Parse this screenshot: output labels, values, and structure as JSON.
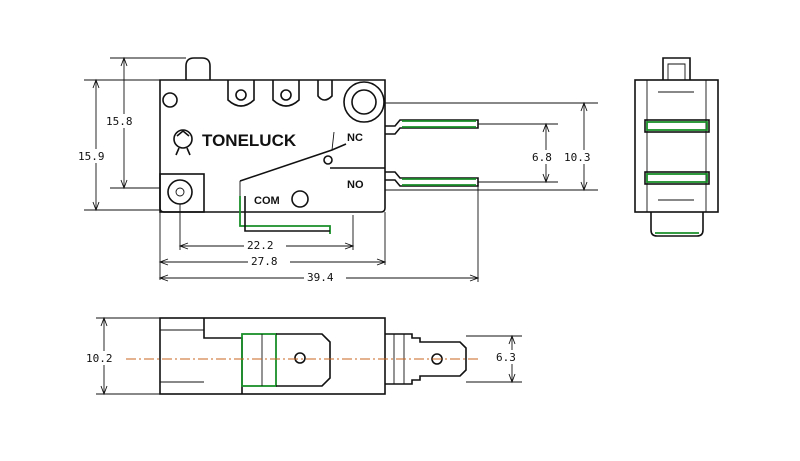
{
  "brand": "TONELUCK",
  "terminals": {
    "nc": "NC",
    "no": "NO",
    "com": "COM"
  },
  "dimensions": {
    "h_15_8": "15.8",
    "h_15_9": "15.9",
    "pin_6_8": "6.8",
    "pin_10_3": "10.3",
    "w_22_2": "22.2",
    "w_27_8": "27.8",
    "w_39_4": "39.4",
    "bottom_10_2": "10.2",
    "bottom_6_3": "6.3"
  },
  "colors": {
    "line": "#111111",
    "accent": "#1a8f2a",
    "centerline": "#c8641e"
  }
}
